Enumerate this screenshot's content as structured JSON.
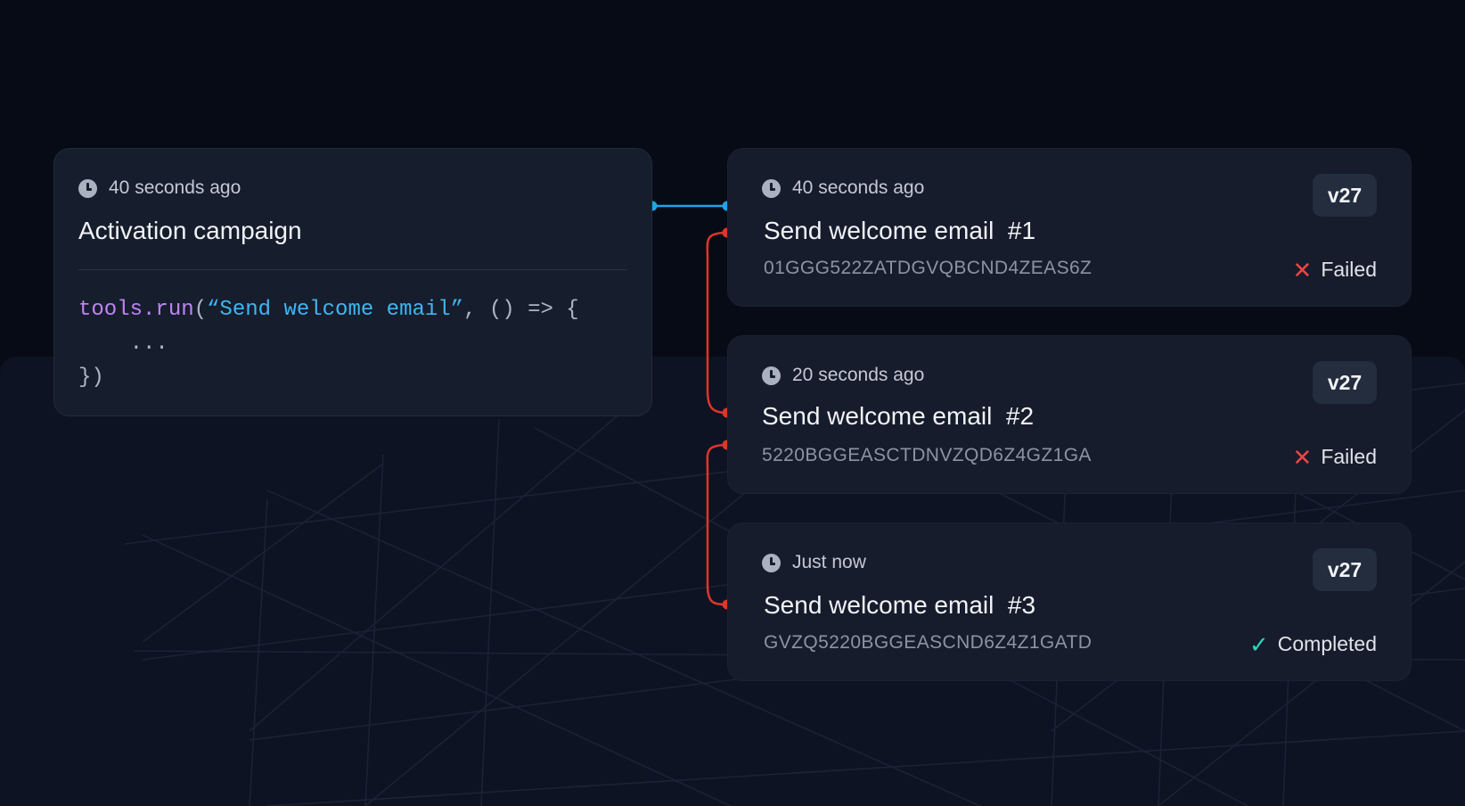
{
  "task": {
    "time": "40 seconds ago",
    "title": "Activation campaign",
    "code": {
      "fn": "tools.run",
      "open_paren": "(",
      "string": "“Send welcome email”",
      "rest": ", () => {",
      "body": "    ...",
      "close": "})"
    }
  },
  "runs": [
    {
      "time": "40 seconds ago",
      "title": "Send welcome email  #1",
      "id": "01GGG522ZATDGVQBCND4ZEAS6Z",
      "version": "v27",
      "status": "Failed",
      "status_icon": "x-icon"
    },
    {
      "time": "20 seconds ago",
      "title": "Send welcome email  #2",
      "id": "5220BGGEASCTDNVZQD6Z4GZ1GA",
      "version": "v27",
      "status": "Failed",
      "status_icon": "x-icon"
    },
    {
      "time": "Just now",
      "title": "Send welcome email  #3",
      "id": "GVZQ5220BGGEASCND6Z4Z1GATD",
      "version": "v27",
      "status": "Completed",
      "status_icon": "check-icon"
    }
  ],
  "colors": {
    "background": "#070b16",
    "card": "#161d2c",
    "connector_blue": "#1fa4e8",
    "retry_red": "#e0352b",
    "failed": "#ef4444",
    "completed": "#2dd4bf"
  }
}
